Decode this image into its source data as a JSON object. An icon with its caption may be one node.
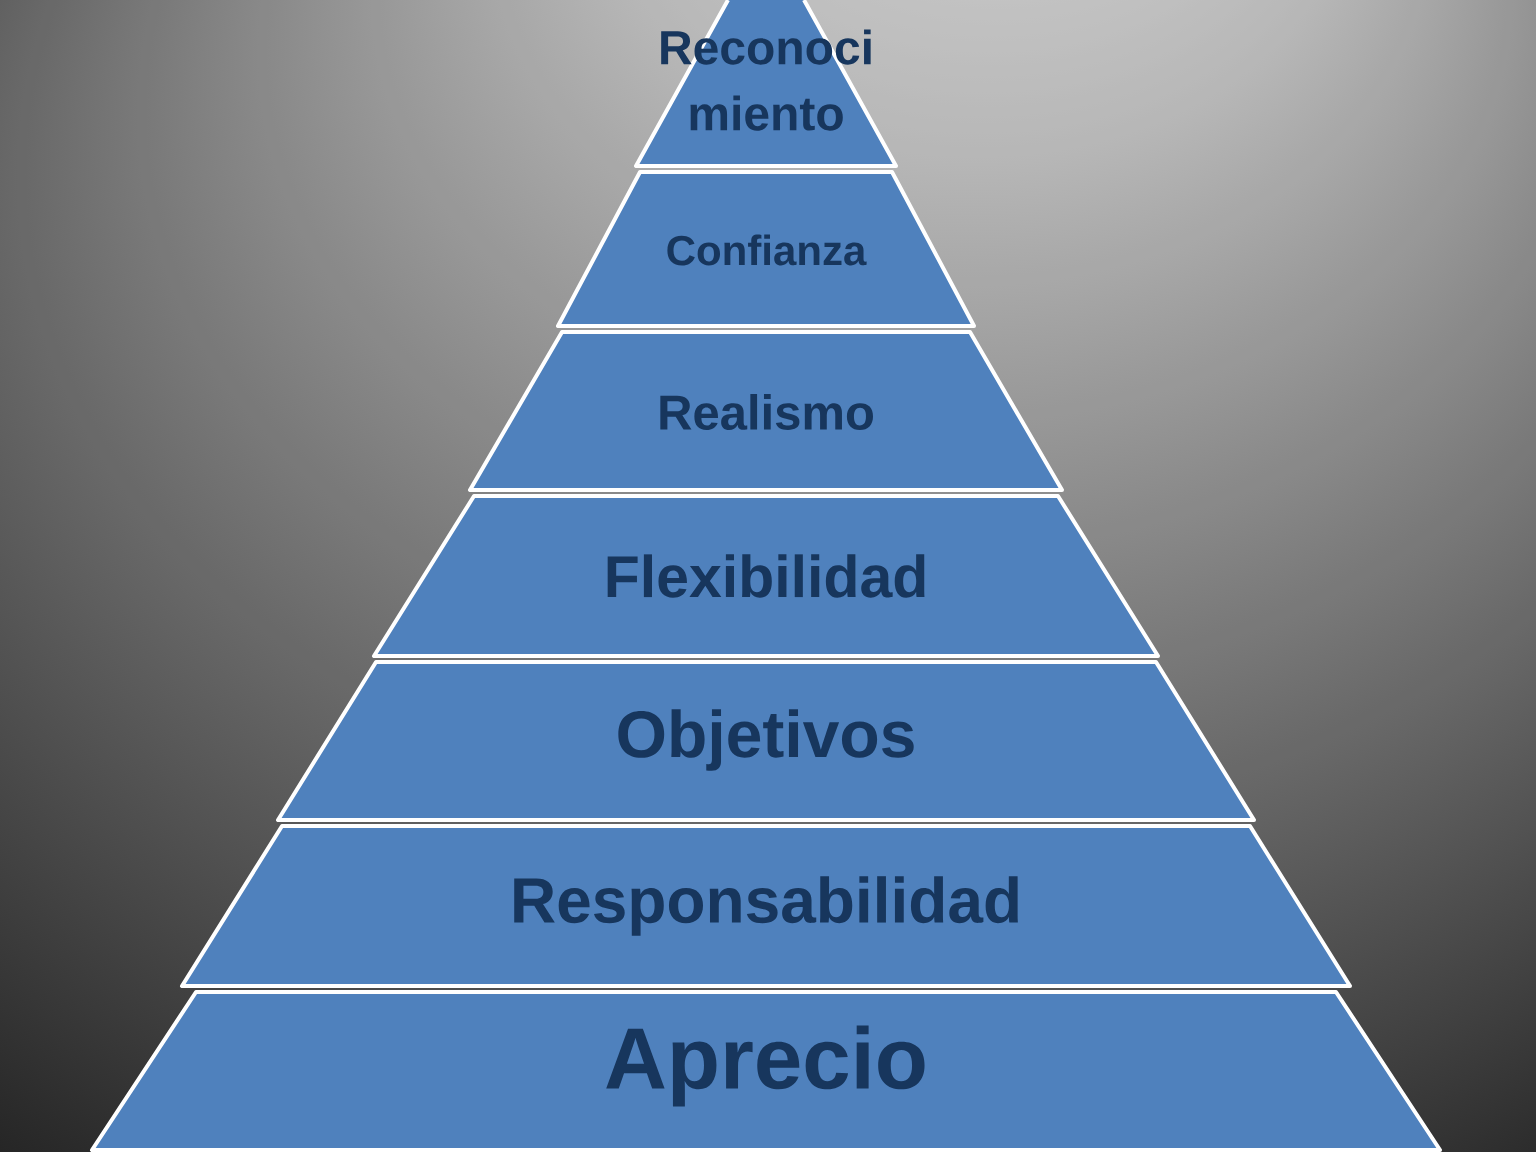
{
  "diagram": {
    "nodes": [
      {
        "text": [
          "Reconoci miento"
        ]
      },
      {
        "text": [
          "Confianza"
        ]
      },
      {
        "text": [
          "Realismo"
        ]
      },
      {
        "text": [
          "Flexibilidad"
        ]
      },
      {
        "text": [
          "Objetivos"
        ]
      },
      {
        "text": [
          "Responsabilidad"
        ]
      },
      {
        "text": [
          "Aprecio"
        ]
      }
    ]
  }
}
